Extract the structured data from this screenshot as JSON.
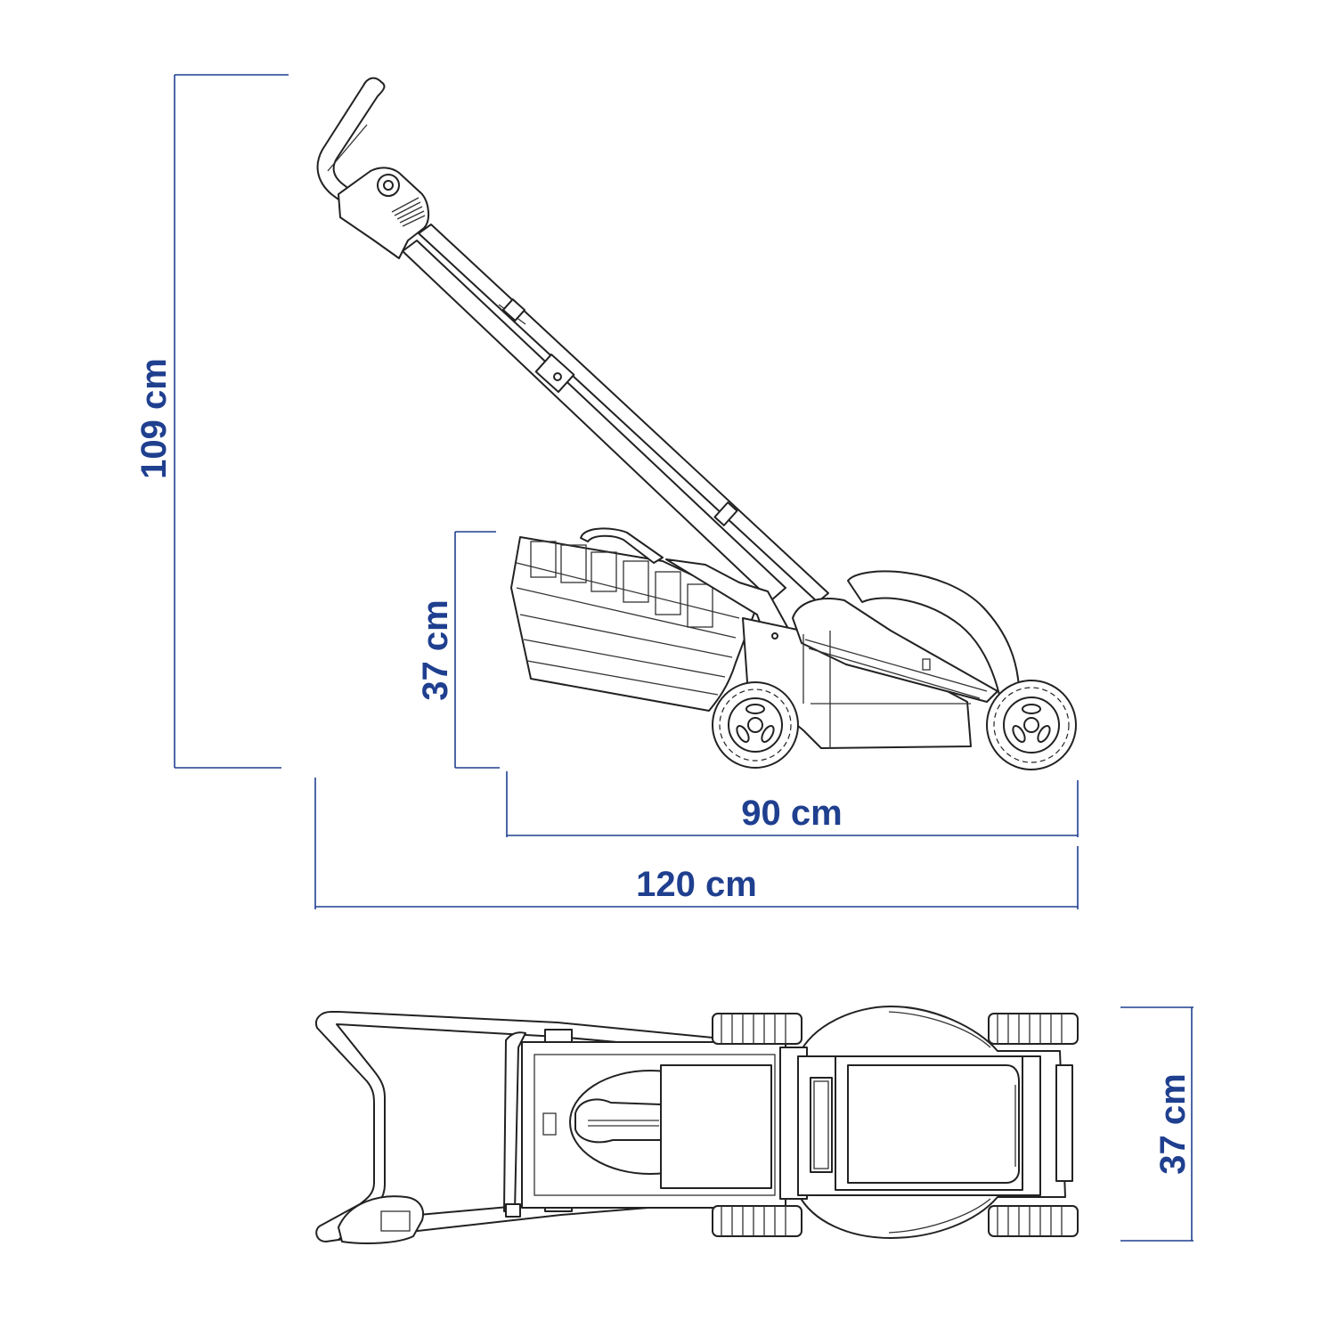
{
  "colors": {
    "dimension": "#1f3f8f",
    "line_art": "#222222",
    "background": "#ffffff"
  },
  "dimensions": {
    "total_height": "109 cm",
    "deck_height": "37 cm",
    "base_length": "90 cm",
    "total_length": "120 cm",
    "width": "37 cm"
  },
  "views": {
    "side": {
      "subject": "lawn-mower-side-view"
    },
    "top": {
      "subject": "lawn-mower-top-view"
    }
  }
}
